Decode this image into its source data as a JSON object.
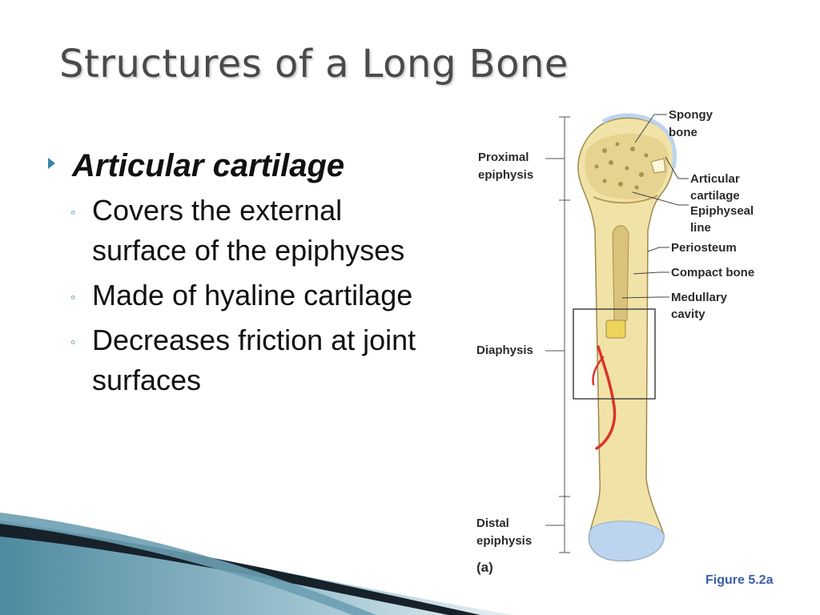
{
  "title": "Structures of a Long Bone",
  "bullets": {
    "main": "Articular cartilage",
    "subs": [
      "Covers the external surface of the epiphyses",
      "Made of hyaline cartilage",
      "Decreases friction at joint surfaces"
    ]
  },
  "diagram": {
    "labels": {
      "spongy_bone": [
        "Spongy",
        "bone"
      ],
      "proximal_epiphysis": [
        "Proximal",
        "epiphysis"
      ],
      "articular_cartilage": [
        "Articular",
        "cartilage"
      ],
      "epiphyseal_line": [
        "Epiphyseal",
        "line"
      ],
      "periosteum": "Periosteum",
      "compact_bone": "Compact bone",
      "medullary_cavity": [
        "Medullary",
        "cavity"
      ],
      "diaphysis": "Diaphysis",
      "distal_epiphysis": [
        "Distal",
        "epiphysis"
      ],
      "panel": "(a)"
    }
  },
  "figure_caption": "Figure 5.2a",
  "colors": {
    "title": "#4a4a4a",
    "bullet_marker": "#3a86a8",
    "bone": "#f1e2a8",
    "bone_outline": "#9c8a4e",
    "spongy": "#d9c27a",
    "cartilage": "#bcd4ee",
    "vessel": "#d9342b",
    "caption": "#3a5fa8",
    "swoosh_dark": "#17212a",
    "swoosh_teal": "#6c9fb2"
  }
}
